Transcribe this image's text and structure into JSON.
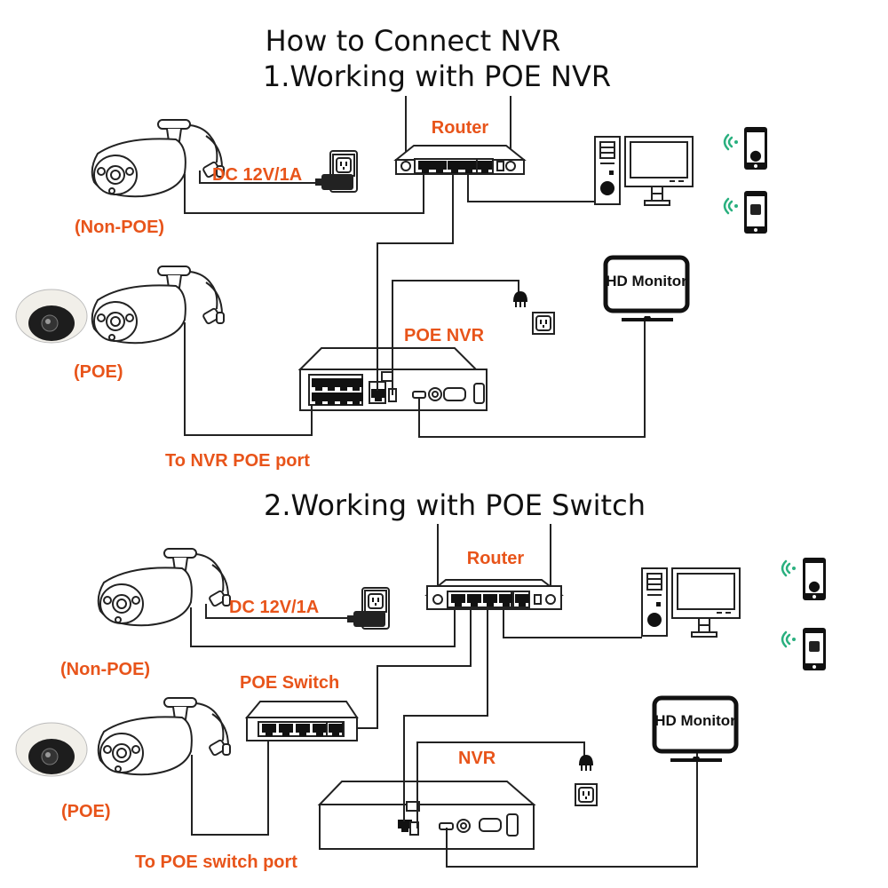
{
  "title": "How  to Connect NVR",
  "colors": {
    "label": "#e8541a",
    "wifi": "#2ab07f",
    "line": "#222222"
  },
  "sections": [
    {
      "heading": "1.Working with POE NVR",
      "labels": {
        "router": "Router",
        "dc_power": "DC 12V/1A",
        "non_poe": "(Non-POE)",
        "poe": "(POE)",
        "recorder": "POE NVR",
        "port_hint": "To NVR POE port",
        "monitor": "HD Monitor"
      }
    },
    {
      "heading": "2.Working with POE Switch",
      "labels": {
        "router": "Router",
        "dc_power": "DC 12V/1A",
        "non_poe": "(Non-POE)",
        "poe": "(POE)",
        "switch": "POE Switch",
        "recorder": "NVR",
        "port_hint": "To POE switch port",
        "monitor": "HD Monitor"
      }
    }
  ],
  "icons": [
    "bullet-camera-icon",
    "dome-camera-icon",
    "router-icon",
    "power-adapter-icon",
    "wall-outlet-icon",
    "power-plug-icon",
    "desktop-computer-icon",
    "iphone-icon",
    "android-phone-icon",
    "wifi-icon",
    "hd-monitor-icon",
    "nvr-icon",
    "poe-switch-icon"
  ]
}
